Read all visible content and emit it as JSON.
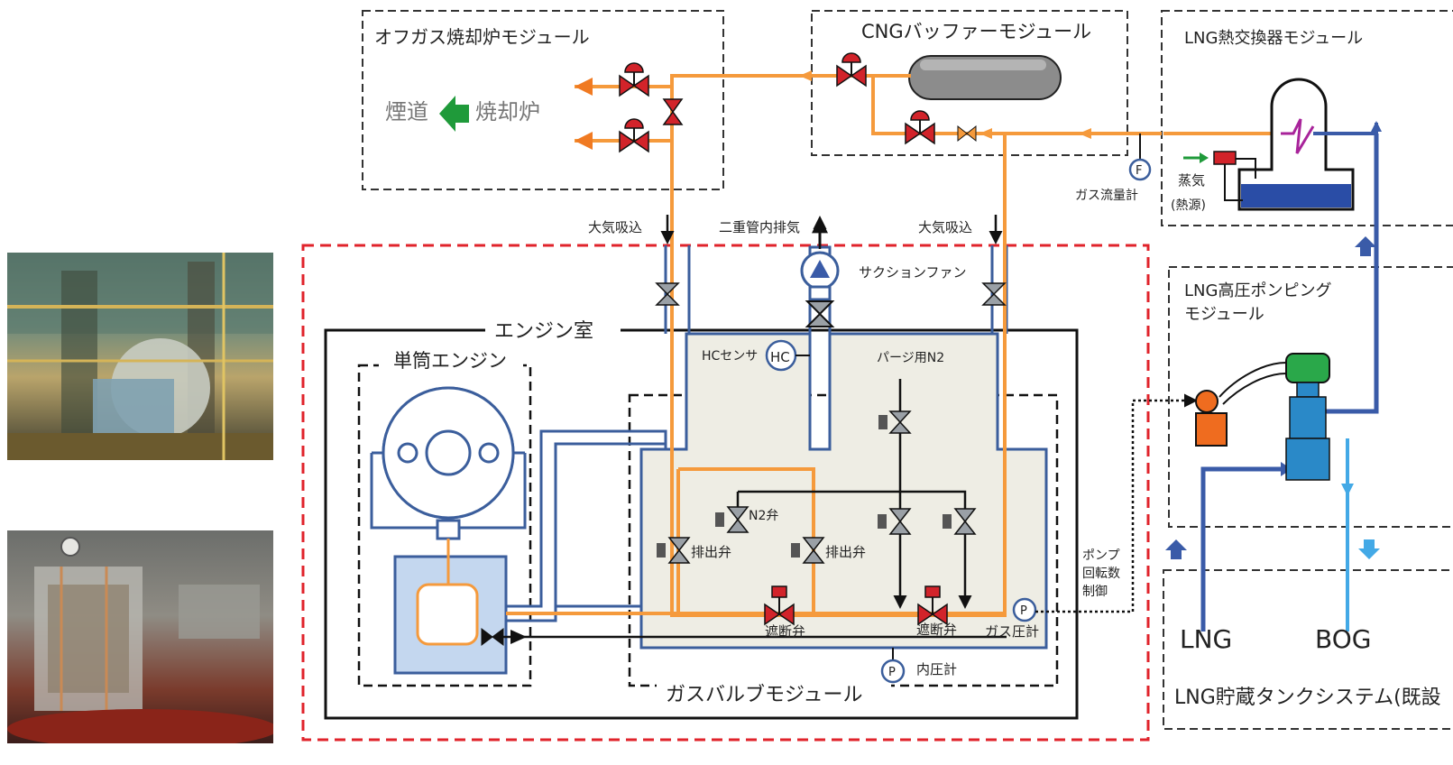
{
  "modules": {
    "offgas_incinerator": "オフガス焼却炉モジュール",
    "cng_buffer": "CNGバッファーモジュール",
    "lng_heat_exchanger": "LNG熱交換器モジュール",
    "lng_high_pressure_pumping": [
      "LNG高圧ポンピング",
      "モジュール"
    ],
    "gas_valve": "ガスバルブモジュール",
    "lng_storage_tank": "LNG貯蔵タンクシステム(既設"
  },
  "rooms": {
    "engine_room": "エンジン室",
    "single_cylinder_engine": "単筒エンジン"
  },
  "incinerator": {
    "flue": "煙道",
    "furnace": "焼却炉"
  },
  "labels": {
    "air_intake_left": "大気吸込",
    "air_intake_right": "大気吸込",
    "double_pipe_exhaust": "二重管内排気",
    "suction_fan": "サクションファン",
    "hc_sensor": "HCセンサ",
    "hc_symbol": "HC",
    "purge_n2": "パージ用N2",
    "n2_valve": "N2弁",
    "discharge_valve_1": "排出弁",
    "discharge_valve_2": "排出弁",
    "shutoff_valve_1": "遮断弁",
    "shutoff_valve_2": "遮断弁",
    "gas_pressure_gauge": "ガス圧計",
    "internal_pressure_gauge": "内圧計",
    "gas_flow_meter": "ガス流量計",
    "pump_speed_control": [
      "ポンプ",
      "回転数",
      "制御"
    ],
    "steam": "蒸気",
    "heat_source": "(熱源)",
    "lng": "LNG",
    "bog": "BOG",
    "flow_symbol": "F",
    "pressure_symbol": "P"
  },
  "colors": {
    "gas_line": "#f59a3c",
    "gas_arrow": "#f07a22",
    "lng_line": "#3a5ba8",
    "bog_line": "#43a9e6",
    "double_pipe": "#3b5e9c",
    "module_fill": "#eeede4",
    "engine_fill": "#c4d7ef",
    "red_boundary": "#e0232b",
    "valve_red": "#d2232a",
    "pump_green": "#2aa84a",
    "pump_orange": "#ef6c1f",
    "pump_blue": "#2a89c8"
  }
}
